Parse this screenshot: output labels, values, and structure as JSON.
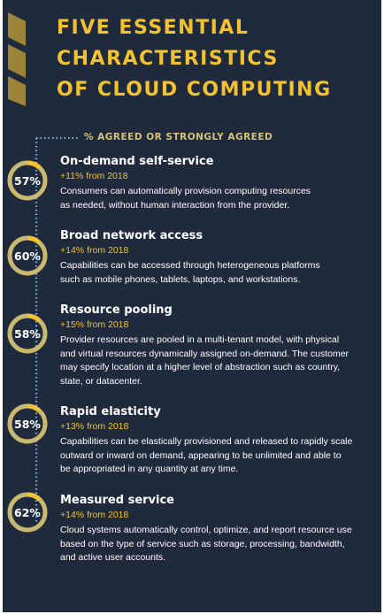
{
  "title_lines": [
    "FIVE ESSENTIAL",
    "CHARACTERISTICS",
    "OF CLOUD COMPUTING"
  ],
  "subtitle": "% AGREED OR STRONGLY AGREED",
  "colors": {
    "background": "#1f2a3d",
    "accent": "#f2c230",
    "ring": "#c9b870",
    "chevron": "#9c8438"
  },
  "items": [
    {
      "percent_label": "57%",
      "percent": 57,
      "title": "On-demand self-service",
      "change": "+11% from 2018",
      "desc_lines": [
        "Consumers can automatically provision computing resources",
        "as needed, without human interaction from the provider."
      ]
    },
    {
      "percent_label": "60%",
      "percent": 60,
      "title": "Broad network access",
      "change": "+14% from 2018",
      "desc_lines": [
        "Capabilities can be accessed through heterogeneous platforms",
        "such as mobile phones, tablets, laptops, and workstations."
      ]
    },
    {
      "percent_label": "58%",
      "percent": 58,
      "title": "Resource pooling",
      "change": "+15% from 2018",
      "desc_lines": [
        "Provider resources are pooled in a multi-tenant model, with physical",
        "and virtual resources dynamically assigned on-demand. The customer",
        "may specify location at a higher level of abstraction such as country,",
        "state, or datacenter."
      ]
    },
    {
      "percent_label": "58%",
      "percent": 58,
      "title": "Rapid elasticity",
      "change": "+13% from 2018",
      "desc_lines": [
        "Capabilities can be elastically provisioned and released to rapidly scale",
        "outward or inward on demand, appearing to be unlimited and able to",
        "be appropriated in any quantity at any time."
      ]
    },
    {
      "percent_label": "62%",
      "percent": 62,
      "title": "Measured service",
      "change": "+14% from 2018",
      "desc_lines": [
        "Cloud systems automatically control, optimize, and report resource use",
        "based on the type of service such as storage, processing, bandwidth,",
        "and active user accounts."
      ]
    }
  ]
}
